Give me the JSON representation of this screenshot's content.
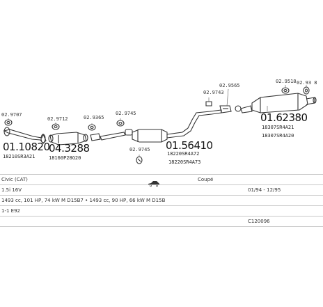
{
  "labels": {
    "num_02_9707": "02.9707",
    "num_02_9712": "02.9712",
    "num_02_9365": "02.9365",
    "num_02_9745a": "02.9745",
    "num_02_9745b": "02.9745",
    "num_02_9743": "02.9743",
    "num_02_9565": "02.9565",
    "num_02_9518": "02.9518",
    "num_02_9318": "02.93 8",
    "part_01_10820": "01.10820",
    "part_04_3288": "04.3288",
    "part_01_56410": "01.56410",
    "part_01_62380": "01.62380",
    "code_18210": "18210SR3A21",
    "code_18160": "18160P28G20",
    "code_18220_72": "18220SR4A72",
    "code_18220_73": "18220SR4A73",
    "code_18307_21": "18307SR4A21",
    "code_18307_20": "18307SR4A20"
  },
  "info": {
    "model": "Civic (CAT)",
    "body": "Coupé",
    "engine": "1.5i 16V",
    "dates": "01/94 - 12/95",
    "spec": "1493 cc, 101 HP, 74 kW M D15B7 • 1493 cc, 90 HP, 66 kW M D15B",
    "extra": "1-1 E92",
    "ref": "C120096"
  }
}
